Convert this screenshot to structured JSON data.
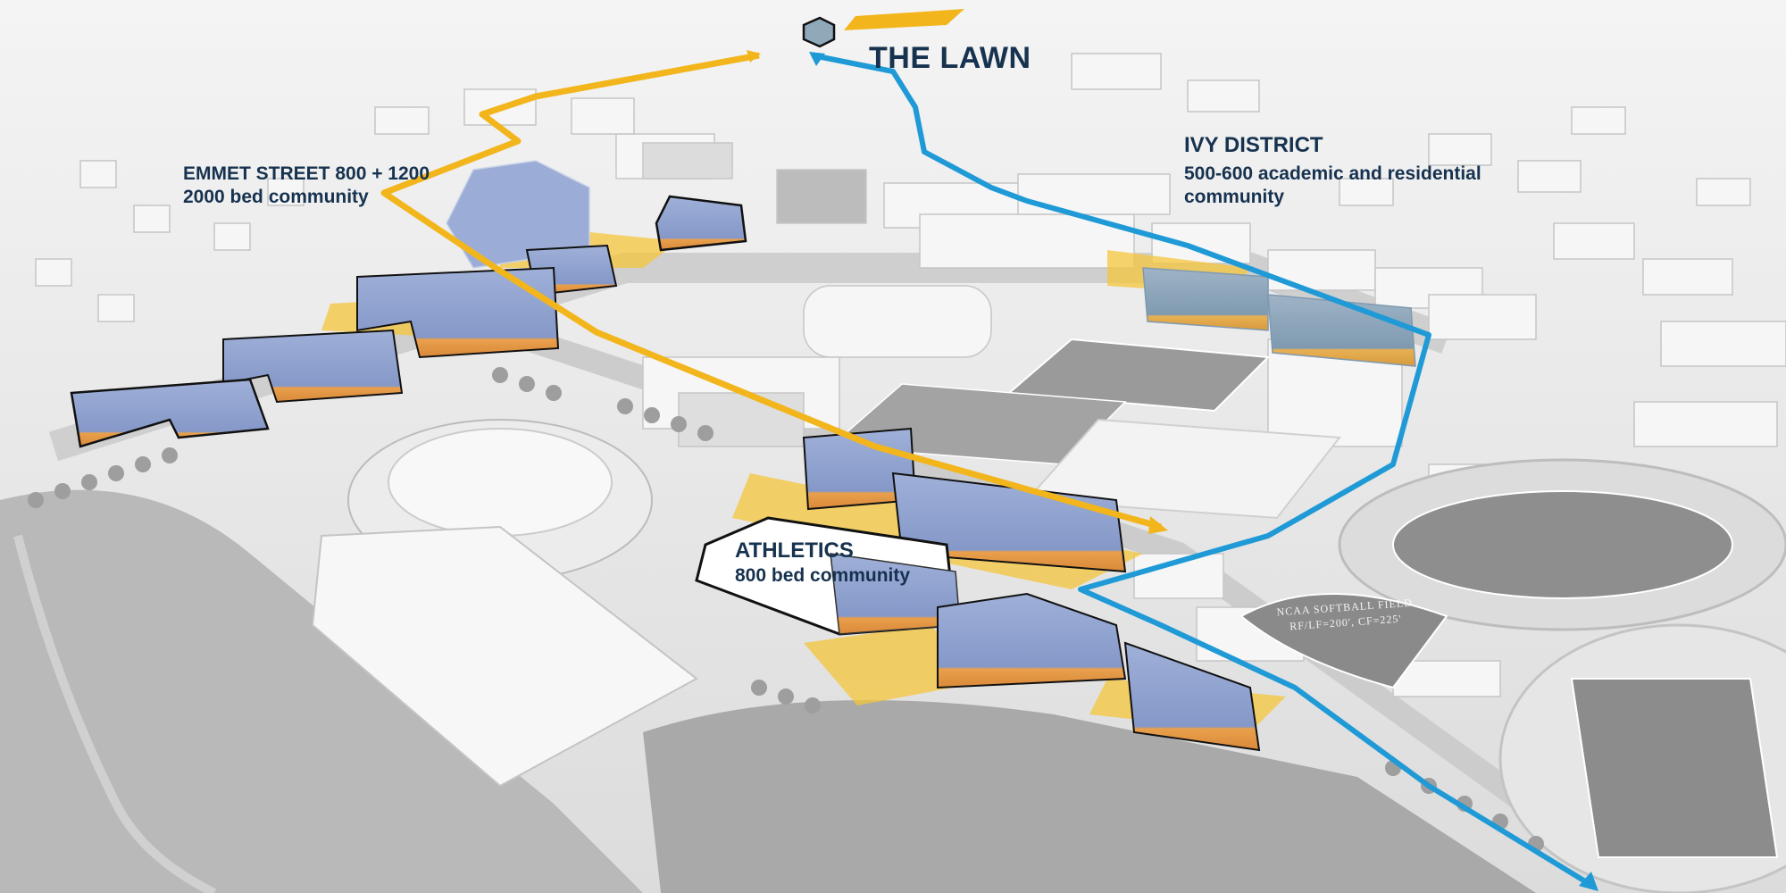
{
  "labels": {
    "lawn": {
      "name": "THE LAWN"
    },
    "emmet": {
      "name": "EMMET STREET 800 + 1200",
      "sub": "2000 bed community"
    },
    "ivy": {
      "name": "IVY DISTRICT",
      "sub_line1": "500-600 academic and residential",
      "sub_line2": "community"
    },
    "athletics": {
      "name": "ATHLETICS",
      "sub": "800 bed community"
    },
    "softball": {
      "line1": "NCAA SOFTBALL FIELD",
      "line2": "RF/LF=200', CF=225'"
    }
  },
  "colors": {
    "background": "#e9e9e9",
    "route_gold": "#f2b51c",
    "route_blue": "#1f9ad6",
    "building_blue": "#8fa2cf",
    "building_base_orange": "#e9a04c",
    "plaza_yellow": "#f5c53c",
    "label_navy": "#16324f",
    "context_building": "#f4f4f4",
    "green_ground": "#a8a8a8"
  }
}
